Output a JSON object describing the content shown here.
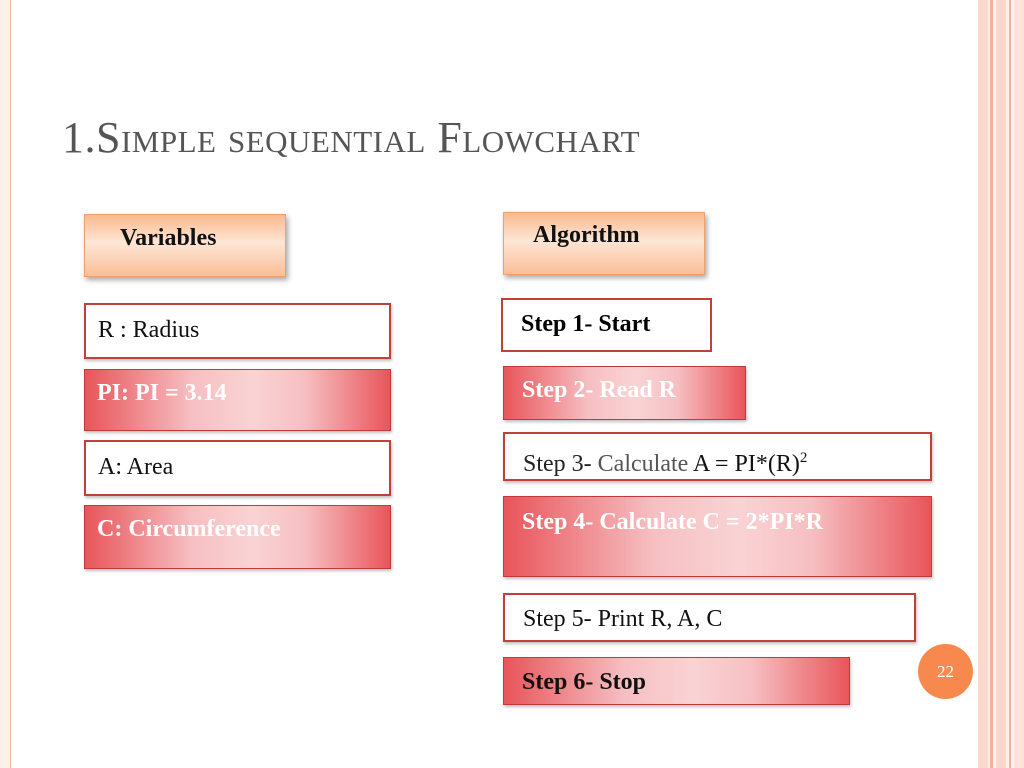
{
  "slide": {
    "title": "1.Simple sequential Flowchart",
    "page_number": "22"
  },
  "variables": {
    "header": "Variables",
    "items": [
      "R : Radius",
      "PI: PI = 3.14",
      "A: Area",
      "C: Circumference"
    ]
  },
  "algorithm": {
    "header": "Algorithm",
    "step1": "Step 1- Start",
    "step2": "Step 2- Read R",
    "step3": {
      "prefix": "Step 3- ",
      "verb": "Calculate",
      "formula": " A = PI*(R)",
      "exponent": "2"
    },
    "step4": "Step 4- Calculate C = 2*PI*R",
    "step5": "Step 5- Print R, A, C",
    "step6": "Step 6- Stop"
  },
  "colors": {
    "header_orange": "#fbb98c",
    "box_border_red": "#c0403a",
    "box_gradient_red": "#e8555a",
    "page_badge": "#f7894f",
    "title_gray": "#555555"
  }
}
